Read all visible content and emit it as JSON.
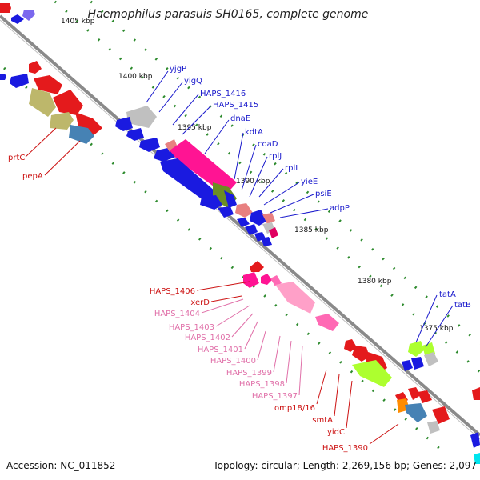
{
  "title": "Haemophilus parasuis SH0165, complete genome",
  "footer": {
    "accession": "Accession: NC_011852",
    "summary": "Topology: circular; Length: 2,269,156 bp; Genes: 2,097"
  },
  "colors": {
    "label_forward": "#1a1acc",
    "label_reverse": "#cc1111",
    "label_pink": "#e06fa8",
    "backbone": "#7a7a7a",
    "tick": "#2e8b2e"
  },
  "ticks": [
    "1405 kbp",
    "1400 kbp",
    "1395 kbp",
    "1390 kbp",
    "1385 kbp",
    "1380 kbp",
    "1375 kbp"
  ],
  "labels": {
    "upper_right": [
      "yjgP",
      "yigQ",
      "HAPS_1416",
      "HAPS_1415",
      "dnaE",
      "kdtA",
      "coaD",
      "rplJ",
      "rplL",
      "yieE",
      "psiE",
      "adpP"
    ],
    "upper_left": [
      "prtC",
      "pepA"
    ],
    "lower_red": [
      "HAPS_1406",
      "xerD"
    ],
    "lower_pink": [
      "HAPS_1404",
      "HAPS_1403",
      "HAPS_1402",
      "HAPS_1401",
      "HAPS_1400",
      "HAPS_1399",
      "HAPS_1398",
      "HAPS_1397"
    ],
    "lower_bottom": [
      "omp18/16",
      "smtA",
      "yidC",
      "HAPS_1390"
    ],
    "far_right": [
      "tatA",
      "tatB"
    ]
  }
}
